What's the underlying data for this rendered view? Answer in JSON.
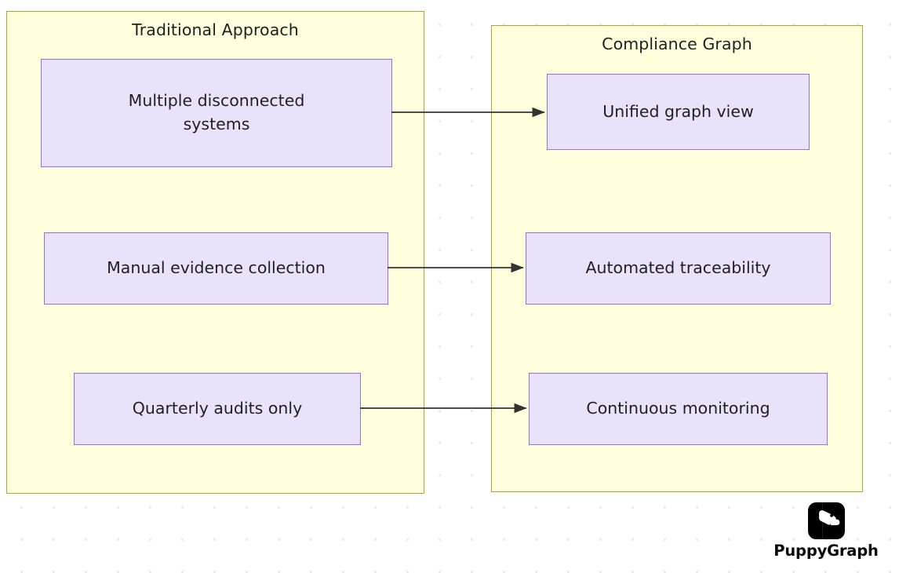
{
  "diagram": {
    "type": "flowchart",
    "direction": "left-to-right",
    "background": "#ffffff",
    "grid": "dotted"
  },
  "colors": {
    "panel_fill": "#ffffde",
    "panel_border": "#aaaa33",
    "node_fill": "#e8e3fb",
    "node_border": "#9370db",
    "edge_stroke": "#333333",
    "text": "#1f2020",
    "grid_dot": "#e9e9e9",
    "logo": "#000000"
  },
  "panels": [
    {
      "id": "traditional",
      "title": "Traditional Approach",
      "nodes": [
        {
          "id": "t1",
          "label": "Multiple disconnected systems"
        },
        {
          "id": "t2",
          "label": "Manual evidence collection"
        },
        {
          "id": "t3",
          "label": "Quarterly audits only"
        }
      ]
    },
    {
      "id": "compliance",
      "title": "Compliance Graph",
      "nodes": [
        {
          "id": "c1",
          "label": "Unified graph view"
        },
        {
          "id": "c2",
          "label": "Automated traceability"
        },
        {
          "id": "c3",
          "label": "Continuous monitoring"
        }
      ]
    }
  ],
  "edges": [
    {
      "from": "t1",
      "to": "c1",
      "label": "",
      "arrow": "single"
    },
    {
      "from": "t2",
      "to": "c2",
      "label": "",
      "arrow": "single"
    },
    {
      "from": "t3",
      "to": "c3",
      "label": "",
      "arrow": "single"
    }
  ],
  "logo": {
    "name": "puppygraph-logo",
    "wordmark": "PuppyGraph",
    "icon": "dog-head-icon"
  }
}
